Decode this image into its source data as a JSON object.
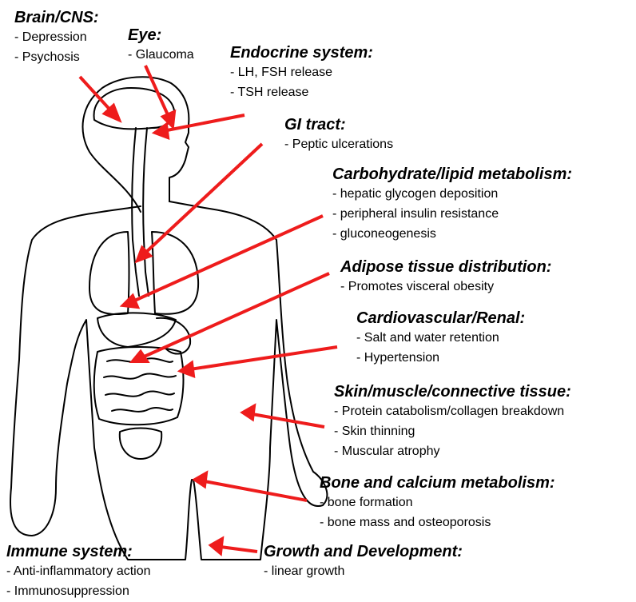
{
  "colors": {
    "arrow": "#ee1c1c",
    "outline": "#000000",
    "text": "#000000"
  },
  "groups": {
    "brain": {
      "heading": "Brain/CNS:",
      "items": [
        "- Depression",
        "- Psychosis"
      ]
    },
    "eye": {
      "heading": "Eye:",
      "items": [
        "- Glaucoma"
      ]
    },
    "endocrine": {
      "heading": "Endocrine system:",
      "items": [
        "- LH, FSH release",
        "- TSH release"
      ]
    },
    "gi": {
      "heading": "GI tract:",
      "items": [
        "- Peptic ulcerations"
      ]
    },
    "carbohydrate": {
      "heading": "Carbohydrate/lipid metabolism:",
      "items": [
        "- hepatic glycogen deposition",
        "- peripheral insulin resistance",
        "- gluconeogenesis"
      ]
    },
    "adipose": {
      "heading": "Adipose tissue distribution:",
      "items": [
        "- Promotes visceral obesity"
      ]
    },
    "cardio": {
      "heading": "Cardiovascular/Renal:",
      "items": [
        "- Salt and water retention",
        "- Hypertension"
      ]
    },
    "skin": {
      "heading": "Skin/muscle/connective tissue:",
      "items": [
        "- Protein catabolism/collagen breakdown",
        "- Skin thinning",
        "- Muscular atrophy"
      ]
    },
    "bone": {
      "heading": "Bone and calcium metabolism:",
      "items": [
        "- bone formation",
        "- bone mass and osteoporosis"
      ]
    },
    "growth": {
      "heading": "Growth and Development:",
      "items": [
        "- linear growth"
      ]
    },
    "immune": {
      "heading": "Immune system:",
      "items": [
        "- Anti-inflammatory action",
        "- Immunosuppression"
      ]
    }
  }
}
